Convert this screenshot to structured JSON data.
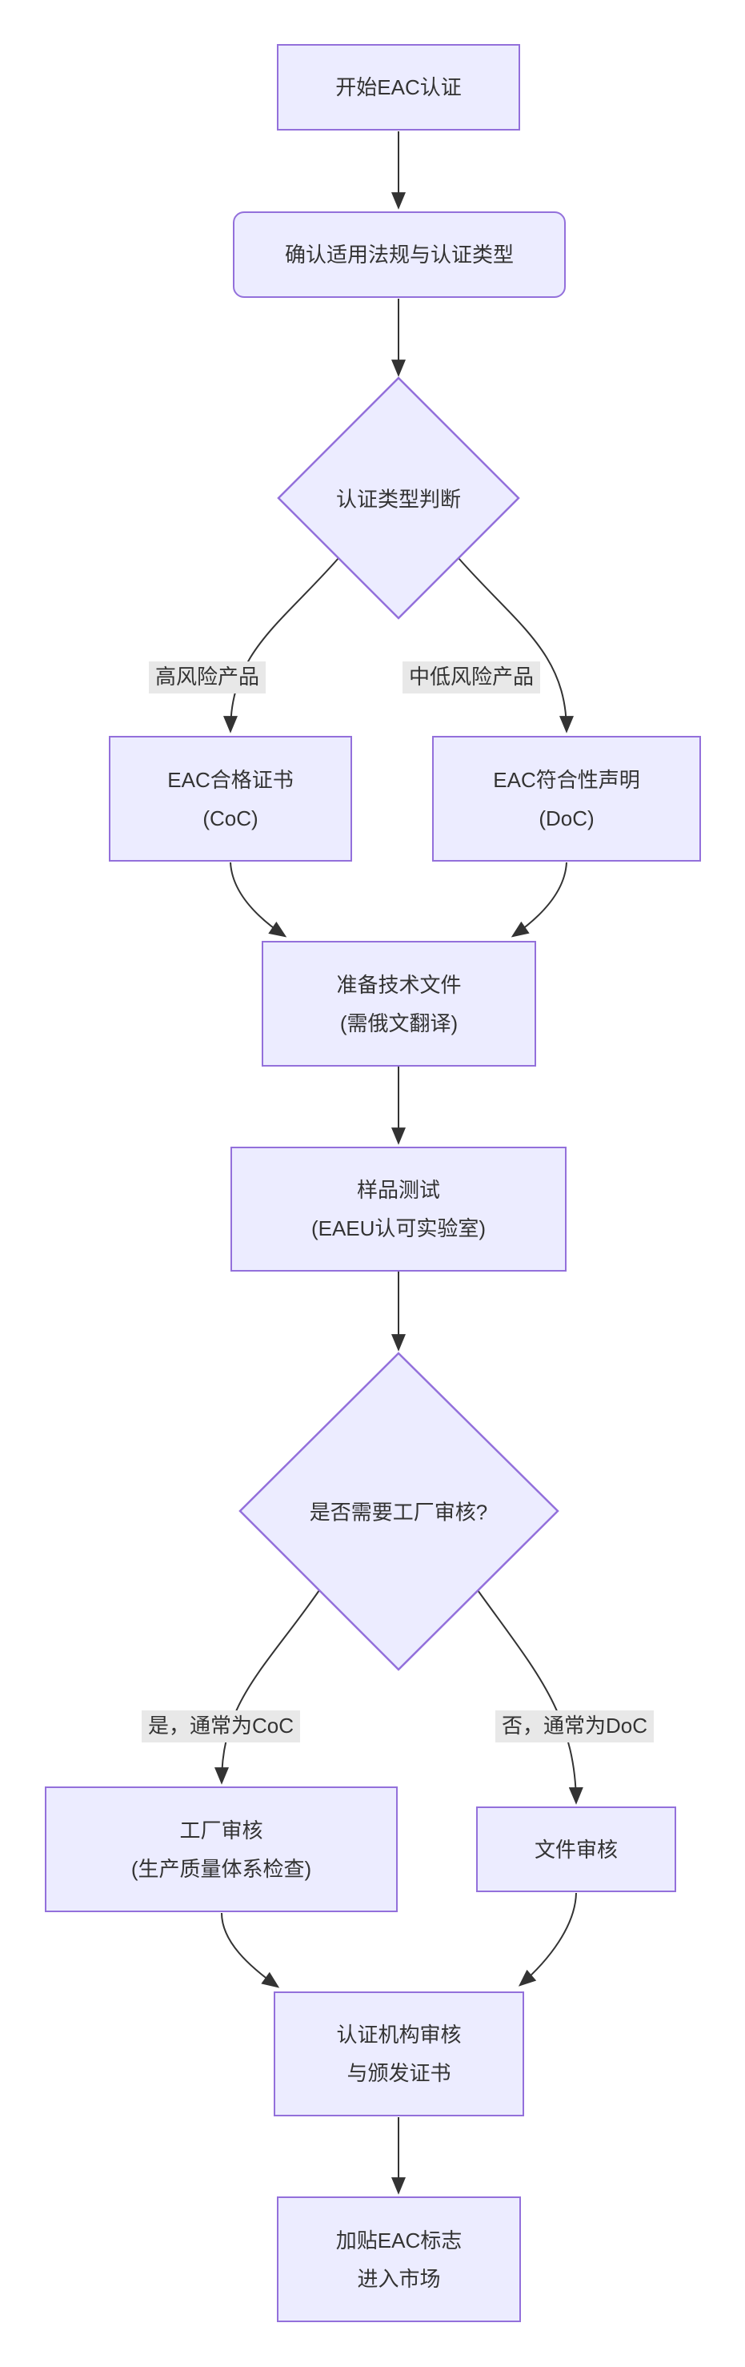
{
  "diagram": {
    "title": "EAC certification process flowchart",
    "colors": {
      "node_fill": "#ECECFF",
      "node_border": "#9370DB",
      "edge_line": "#333333",
      "text": "#333333",
      "edge_label_bg": "#e8e8e8",
      "background": "#ffffff"
    },
    "nodes": {
      "start": {
        "label": "开始EAC认证"
      },
      "confirm": {
        "label": "确认适用法规与认证类型"
      },
      "decision_type": {
        "label": "认证类型判断"
      },
      "coc": {
        "line1": "EAC合格证书",
        "line2": "(CoC)"
      },
      "doc": {
        "line1": "EAC符合性声明",
        "line2": "(DoC)"
      },
      "techdocs": {
        "line1": "准备技术文件",
        "line2": "(需俄文翻译)"
      },
      "testing": {
        "line1": "样品测试",
        "line2": "(EAEU认可实验室)"
      },
      "decision_audit": {
        "label": "是否需要工厂审核?"
      },
      "factory": {
        "line1": "工厂审核",
        "line2": "(生产质量体系检查)"
      },
      "docreview": {
        "label": "文件审核"
      },
      "certbody": {
        "line1": "认证机构审核",
        "line2": "与颁发证书"
      },
      "market": {
        "line1": "加贴EAC标志",
        "line2": "进入市场"
      }
    },
    "edge_labels": {
      "high_risk": "高风险产品",
      "mid_low_risk": "中低风险产品",
      "yes_coc": "是，通常为CoC",
      "no_doc": "否，通常为DoC"
    }
  }
}
